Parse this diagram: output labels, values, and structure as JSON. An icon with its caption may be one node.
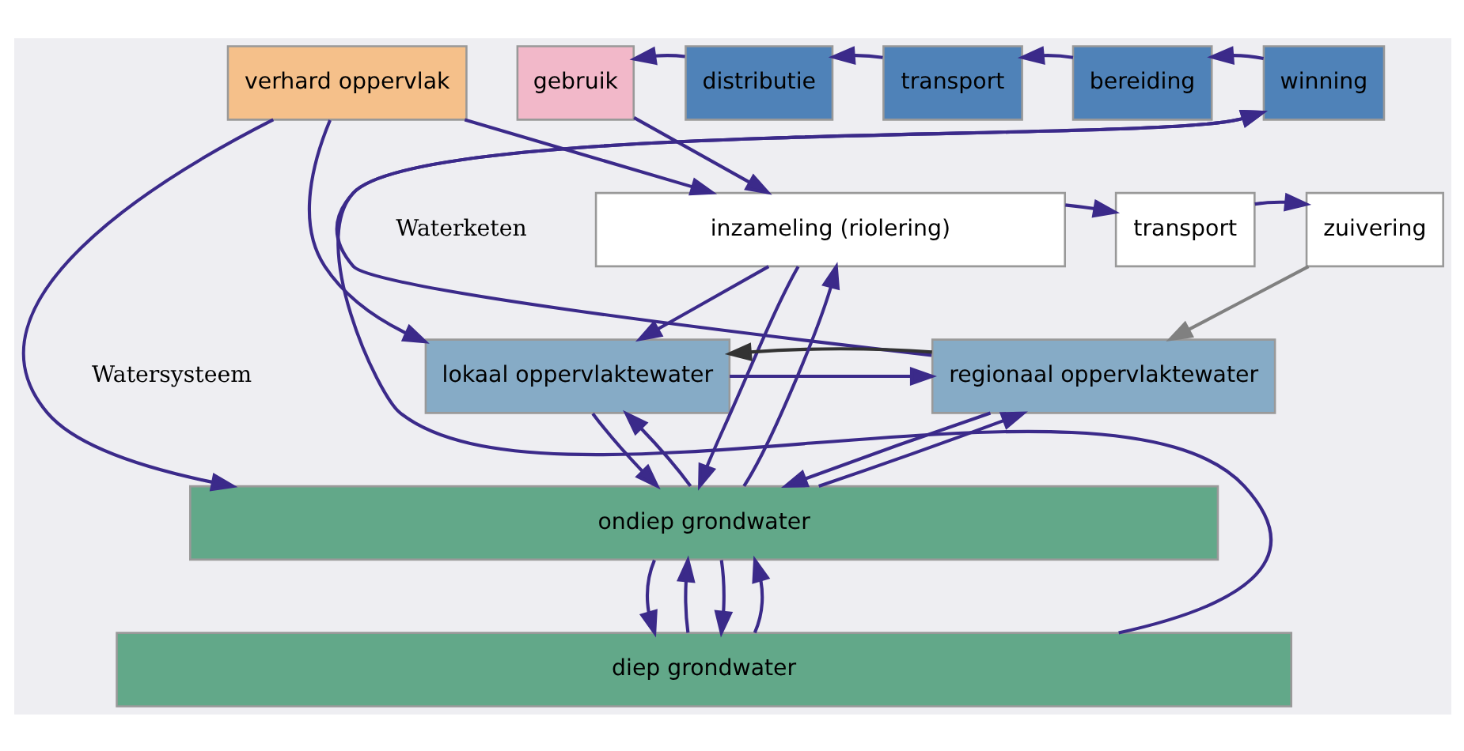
{
  "diagram": {
    "nodes": [
      {
        "text": [
          "verhard oppervlak"
        ]
      },
      {
        "text": [
          "gebruik"
        ]
      },
      {
        "text": [
          "distributie"
        ]
      },
      {
        "text": [
          "transport"
        ]
      },
      {
        "text": [
          "bereiding"
        ]
      },
      {
        "text": [
          "winning"
        ]
      },
      {
        "text": [
          "inzameling (riolering)"
        ]
      },
      {
        "text": [
          "transport"
        ]
      },
      {
        "text": [
          "zuivering"
        ]
      },
      {
        "text": [
          "lokaal oppervlaktewater"
        ]
      },
      {
        "text": [
          "regionaal oppervlaktewater"
        ]
      },
      {
        "text": [
          "ondiep grondwater"
        ]
      },
      {
        "text": [
          "diep grondwater"
        ]
      }
    ],
    "edges": [
      {
        "from": 5,
        "to": 4,
        "arrow": "to"
      },
      {
        "from": 4,
        "to": 3,
        "arrow": "to"
      },
      {
        "from": 3,
        "to": 2,
        "arrow": "to"
      },
      {
        "from": 2,
        "to": 1,
        "arrow": "to"
      },
      {
        "from": 0,
        "to": 6,
        "arrow": "to"
      },
      {
        "from": 1,
        "to": 6,
        "arrow": "to"
      },
      {
        "from": 6,
        "to": 7,
        "arrow": "to"
      },
      {
        "from": 7,
        "to": 8,
        "arrow": "to"
      },
      {
        "from": 8,
        "to": 10,
        "arrow": "to",
        "color": "#808080"
      },
      {
        "from": 6,
        "to": 9,
        "arrow": "to"
      },
      {
        "from": 0,
        "to": 9,
        "arrow": "to"
      },
      {
        "from": 0,
        "to": 11,
        "arrow": "to"
      },
      {
        "from": 11,
        "to": 6,
        "arrow": "to"
      },
      {
        "from": 6,
        "to": 11,
        "arrow": "to"
      },
      {
        "from": 9,
        "to": 10,
        "arrow": "to"
      },
      {
        "from": 10,
        "to": 9,
        "arrow": "to",
        "color": "#333333"
      },
      {
        "from": 11,
        "to": 9,
        "arrow": "to"
      },
      {
        "from": 9,
        "to": 11,
        "arrow": "to"
      },
      {
        "from": 10,
        "to": 11,
        "arrow": "to"
      },
      {
        "from": 11,
        "to": 10,
        "arrow": "to"
      },
      {
        "from": 10,
        "to": 5,
        "arrow": "to"
      },
      {
        "from": 12,
        "to": 5,
        "arrow": "to"
      },
      {
        "from": 12,
        "to": 11,
        "arrow": "to"
      },
      {
        "from": 11,
        "to": 12,
        "arrow": "to"
      },
      {
        "from": 11,
        "to": 12,
        "arrow": "to"
      },
      {
        "from": 12,
        "to": 11,
        "arrow": "to"
      }
    ],
    "labels": [
      "Waterketen",
      "Watersysteem"
    ]
  }
}
